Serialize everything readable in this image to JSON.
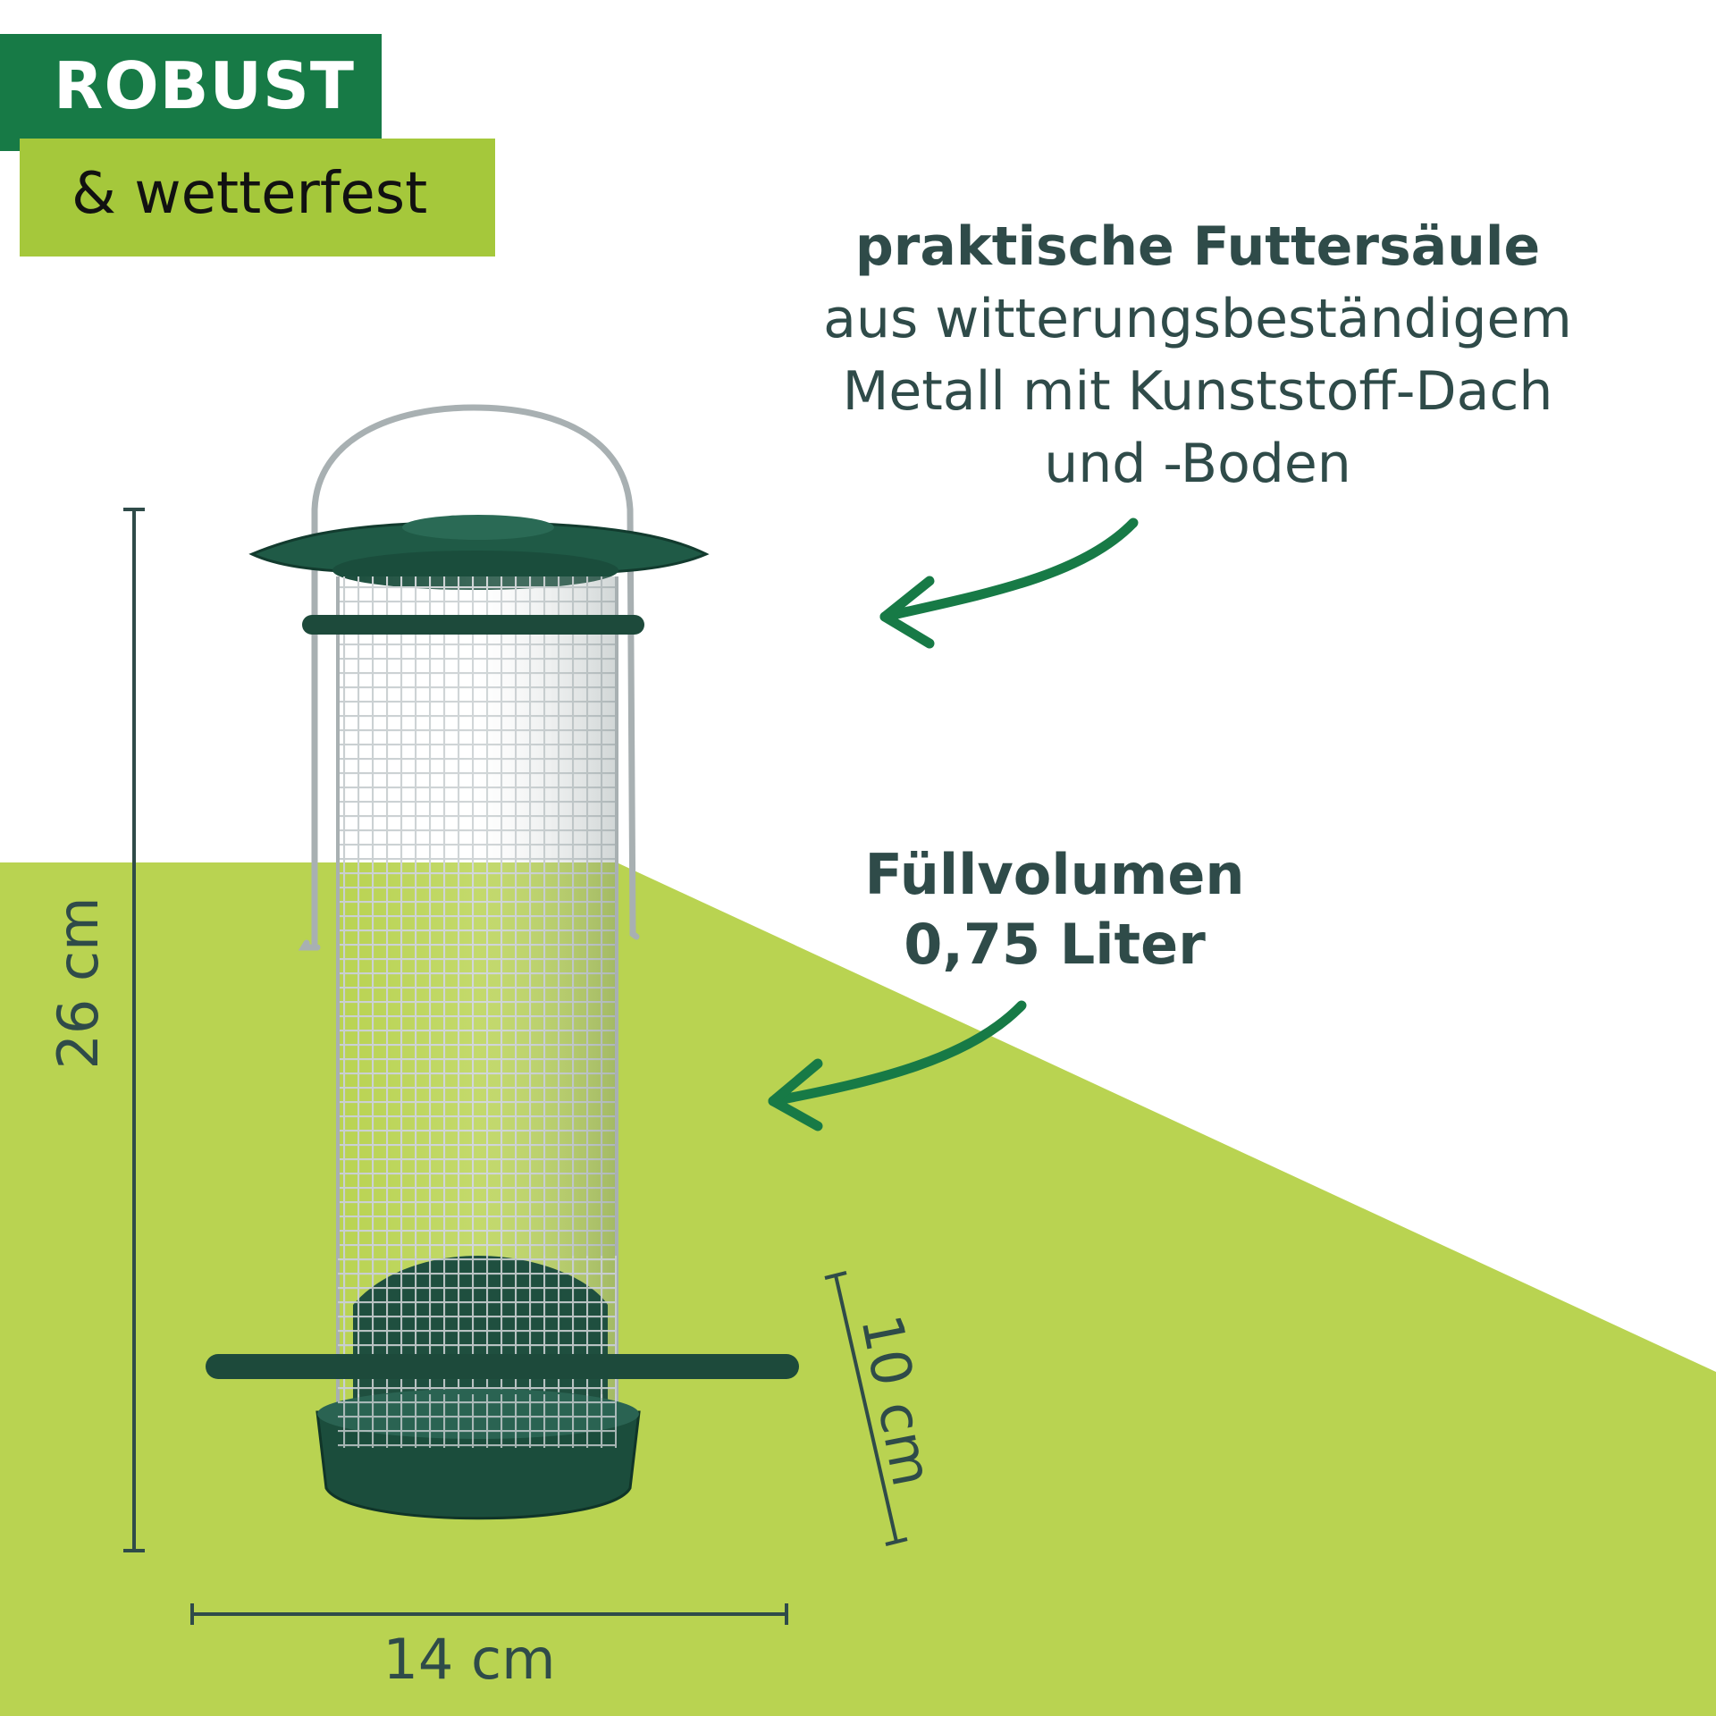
{
  "badge": {
    "title": "ROBUST",
    "subtitle": "& wetterfest"
  },
  "description": {
    "headline": "praktische Futtersäule",
    "lines": [
      "aus witterungsbeständigem",
      "Metall mit Kunststoff-Dach",
      "und -Boden"
    ]
  },
  "volume": {
    "label": "Füllvolumen",
    "value": "0,75 Liter"
  },
  "dimensions": {
    "height": "26 cm",
    "depth": "10 cm",
    "width": "14 cm"
  },
  "colors": {
    "dark_green": "#177a46",
    "lime_green": "#a5c83b",
    "background_green": "#b9d351",
    "text_dark": "#2f4b49",
    "feeder_green": "#1d4a3b"
  },
  "image": {
    "subject": "bird-feeder-icon"
  }
}
